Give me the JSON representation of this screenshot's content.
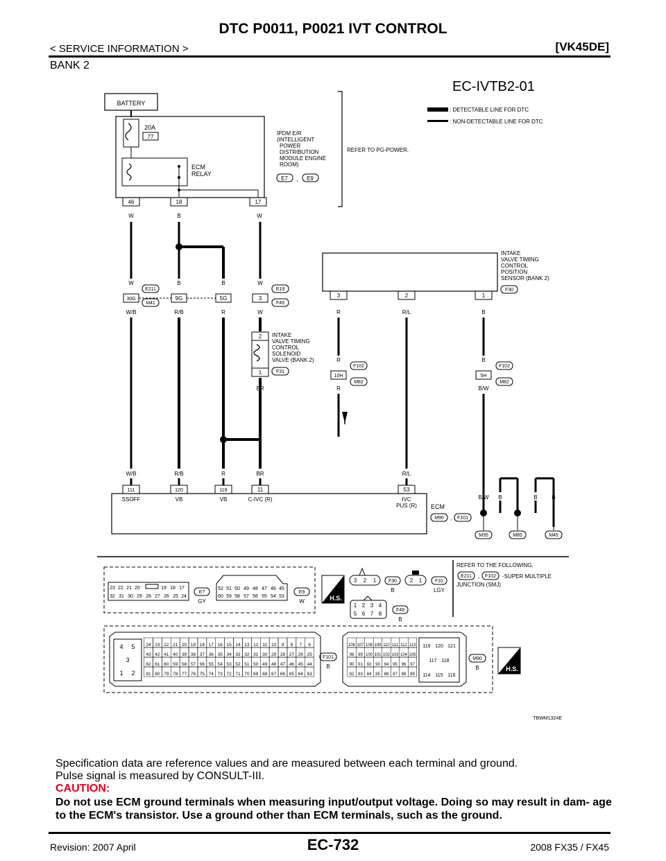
{
  "header": {
    "title": "DTC P0011, P0021 IVT CONTROL",
    "breadcrumb": "< SERVICE INFORMATION >",
    "model": "[VK45DE]",
    "section": "BANK 2"
  },
  "diagram": {
    "id": "EC-IVTB2-01",
    "legend": {
      "detectable": ": DETECTABLE LINE FOR DTC",
      "non_detectable": ": NON-DETECTABLE LINE FOR DTC"
    },
    "battery": "BATTERY",
    "fuse_amp": "20A",
    "fuse_no": "77",
    "ecm_relay": [
      "ECM",
      "RELAY"
    ],
    "ipdm": [
      "IPDM E/R",
      "(INTELLIGENT",
      "POWER",
      "DISTRIBUTION",
      "MODULE ENGINE",
      "ROOM)"
    ],
    "ipdm_connectors": [
      "E7",
      "E9"
    ],
    "refer_power": "REFER TO PG-POWER.",
    "ipdm_terminals": [
      "46",
      "18",
      "17"
    ],
    "top_wire_colors": [
      "W",
      "B",
      "W"
    ],
    "joint": {
      "upper_colors": [
        "W",
        "B",
        "B",
        "W"
      ],
      "terminals": [
        "30G",
        "9G",
        "5G",
        "3"
      ],
      "lower_colors": [
        "W/B",
        "R/B",
        "R",
        "W"
      ],
      "conn_a": [
        "E211",
        "M41"
      ],
      "conn_b": [
        "E19",
        "F49"
      ]
    },
    "sensor": {
      "label": [
        "INTAKE",
        "VALVE TIMING",
        "CONTROL",
        "POSITION",
        "SENSOR (BANK 2)"
      ],
      "connector": "F30",
      "terminals": [
        "3",
        "2",
        "1"
      ],
      "wire_colors": [
        "R",
        "R/L",
        "B"
      ]
    },
    "solenoid": {
      "label": [
        "INTAKE",
        "VALVE TIMING",
        "CONTROL",
        "SOLENOID",
        "VALVE (BANK 2)"
      ],
      "terminals": [
        "2",
        "1"
      ],
      "connector": "F31",
      "wire_color": "BR"
    },
    "smj": {
      "term_a": "10H",
      "term_b": "5H",
      "conns": [
        "F102",
        "M82",
        "F102",
        "M82"
      ],
      "upper_colors": [
        "R",
        "B"
      ],
      "lower_colors": [
        "R",
        "B/W"
      ]
    },
    "ecm": {
      "wire_colors": [
        "W/B",
        "R/B",
        "R",
        "BR",
        "R/L"
      ],
      "terminals": [
        "111",
        "120",
        "119",
        "11",
        "53"
      ],
      "labels": [
        "SSOFF",
        "VB",
        "VB",
        "C-IVC (R)",
        "IVC",
        "PUS (R)"
      ],
      "name": "ECM",
      "connectors": [
        "M90",
        "F101"
      ]
    },
    "grounds": {
      "colors": [
        "B/W",
        "B",
        "B",
        "B"
      ],
      "connectors": [
        "M35",
        "M85",
        "M45"
      ]
    },
    "connector_views": {
      "e7_row1": [
        "23",
        "22",
        "21",
        "20",
        "",
        "19",
        "18",
        "17"
      ],
      "e7_row2": [
        "32",
        "31",
        "30",
        "29",
        "28",
        "27",
        "26",
        "25",
        "24"
      ],
      "e7_label": "E7",
      "e7_color": "GY",
      "e9_row1": [
        "52",
        "51",
        "50",
        "49",
        "48",
        "47",
        "46",
        "45"
      ],
      "e9_row2": [
        "60",
        "59",
        "58",
        "57",
        "56",
        "55",
        "54",
        "53"
      ],
      "e9_label": "E9",
      "e9_color": "W",
      "hs": "H.S.",
      "f30_pins": [
        "3",
        "2",
        "1"
      ],
      "f30_label": "F30",
      "f30_color": "B",
      "f31_pins": [
        "2",
        "1"
      ],
      "f31_label": "F31",
      "f31_color": "LGY",
      "f49_row1": [
        "1",
        "2",
        "3",
        "4"
      ],
      "f49_row2": [
        "5",
        "6",
        "7",
        "8"
      ],
      "f49_label": "F49",
      "f49_color": "B",
      "refer_following": [
        "REFER TO THE FOLLOWING.",
        "-SUPER MULTIPLE",
        "JUNCTION (SMJ)"
      ],
      "refer_conns": [
        "E211",
        "F102"
      ],
      "f101_small": [
        "4",
        "5",
        "3",
        "1",
        "2"
      ],
      "f101_row1": [
        "24",
        "23",
        "22",
        "21",
        "20",
        "19",
        "18",
        "17",
        "16",
        "15",
        "14",
        "13",
        "12",
        "11",
        "10",
        "9",
        "8",
        "7",
        "6"
      ],
      "f101_row2": [
        "43",
        "42",
        "41",
        "40",
        "39",
        "38",
        "37",
        "36",
        "35",
        "34",
        "33",
        "32",
        "31",
        "30",
        "29",
        "28",
        "27",
        "26",
        "25"
      ],
      "f101_row3": [
        "62",
        "61",
        "60",
        "59",
        "58",
        "57",
        "56",
        "55",
        "54",
        "53",
        "52",
        "51",
        "50",
        "49",
        "48",
        "47",
        "46",
        "45",
        "44"
      ],
      "f101_row4": [
        "81",
        "80",
        "79",
        "78",
        "77",
        "76",
        "75",
        "74",
        "73",
        "72",
        "71",
        "70",
        "69",
        "68",
        "67",
        "66",
        "65",
        "64",
        "63"
      ],
      "f101_label": "F101",
      "f101_color": "B",
      "m90_row1": [
        "106",
        "107",
        "108",
        "109",
        "110",
        "111",
        "112",
        "113"
      ],
      "m90_row2": [
        "98",
        "99",
        "100",
        "101",
        "102",
        "103",
        "104",
        "105"
      ],
      "m90_row3": [
        "90",
        "91",
        "92",
        "93",
        "94",
        "95",
        "96",
        "97"
      ],
      "m90_row4": [
        "82",
        "83",
        "84",
        "85",
        "86",
        "87",
        "88",
        "89"
      ],
      "m90_block": [
        "119",
        "120",
        "121",
        "117",
        "118",
        "114",
        "115",
        "116"
      ],
      "m90_label": "M90",
      "m90_color": "B"
    },
    "figure_code": "TBWM1324E"
  },
  "body": {
    "spec": "Specification data are reference values and are measured between each terminal and ground.",
    "pulse": "Pulse signal is measured by CONSULT-III.",
    "caution_head": "CAUTION:",
    "caution_body": "Do not use ECM ground terminals when measuring input/output voltage. Doing so may result in dam- age to the ECM's transistor. Use a ground other than ECM terminals, such as the ground."
  },
  "footer": {
    "page": "EC-732",
    "revision": "Revision: 2007 April",
    "vehicle": "2008 FX35 / FX45"
  },
  "colors": {
    "caution": "#e0001b",
    "line": "#000000"
  }
}
